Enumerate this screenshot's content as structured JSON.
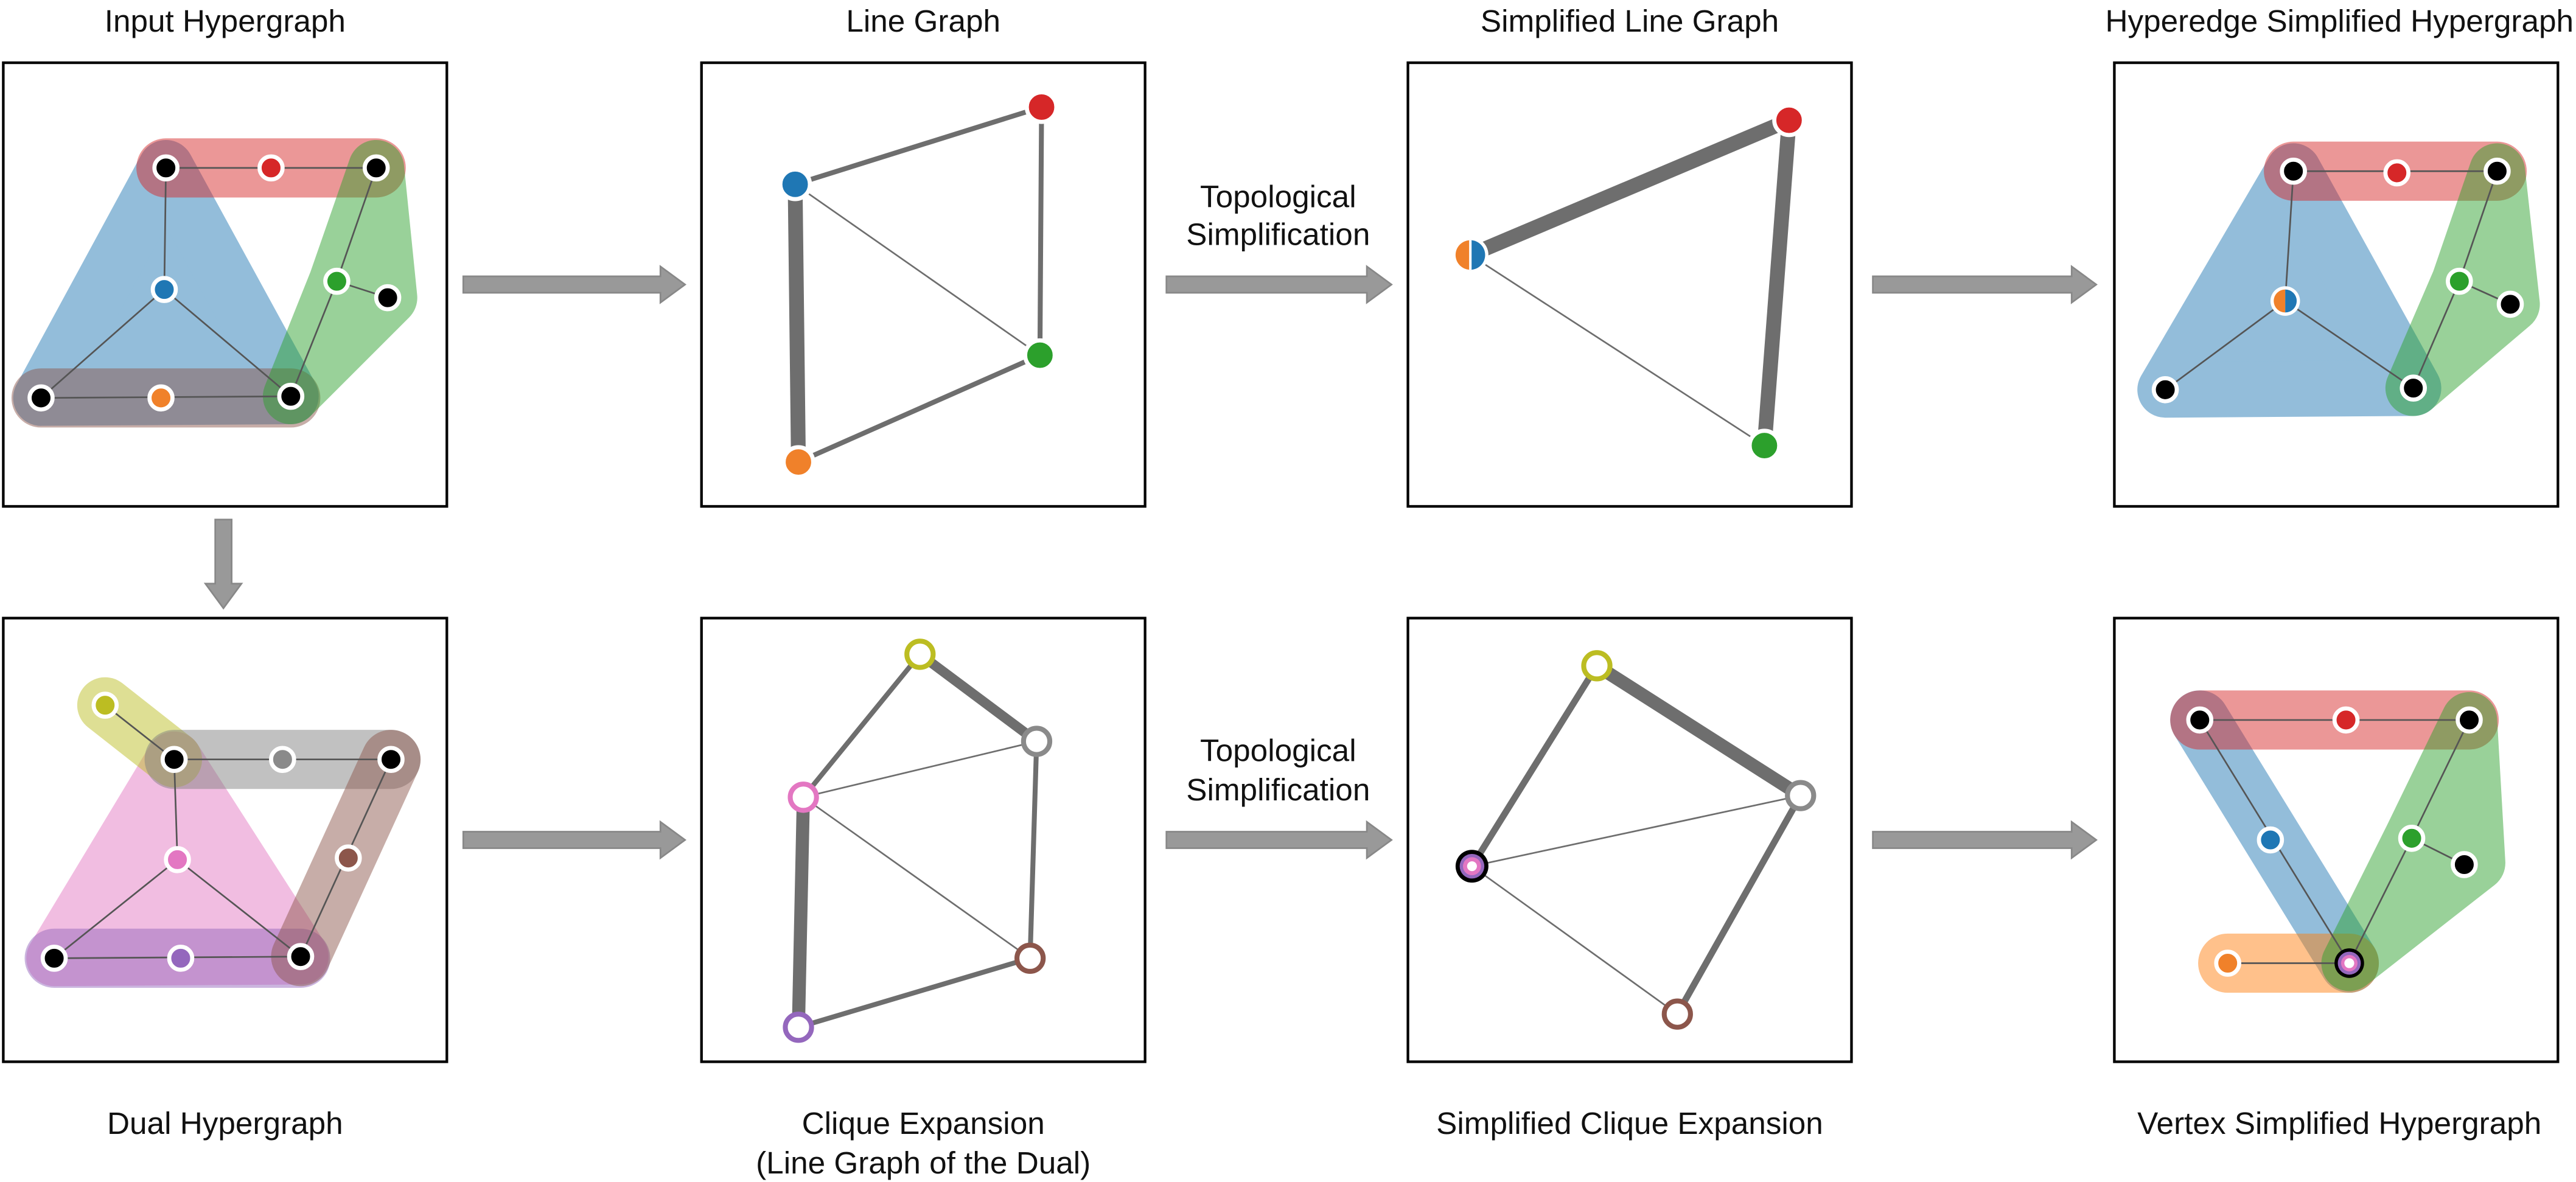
{
  "titles": {
    "input_hypergraph": "Input Hypergraph",
    "line_graph": "Line Graph",
    "simplified_line_graph": "Simplified Line Graph",
    "hyperedge_simplified": "Hyperedge Simplified Hypergraph",
    "dual_hypergraph": "Dual Hypergraph",
    "clique_expansion": "Clique Expansion",
    "clique_expansion_sub": "(Line Graph of the Dual)",
    "simplified_clique": "Simplified Clique Expansion",
    "vertex_simplified": "Vertex Simplified Hypergraph"
  },
  "arrow_labels": {
    "top_line1": "Topological",
    "top_line2": "Simplification",
    "bottom_line1": "Topological",
    "bottom_line2": "Simplification"
  },
  "colors": {
    "blue": "#1f77b4",
    "orange": "#f0812a",
    "green": "#2ca02c",
    "red": "#d62728",
    "purple": "#9467bd",
    "brown": "#8c564b",
    "pink": "#e377c2",
    "gray": "#8a8a8a",
    "olive": "#bcbd22"
  }
}
